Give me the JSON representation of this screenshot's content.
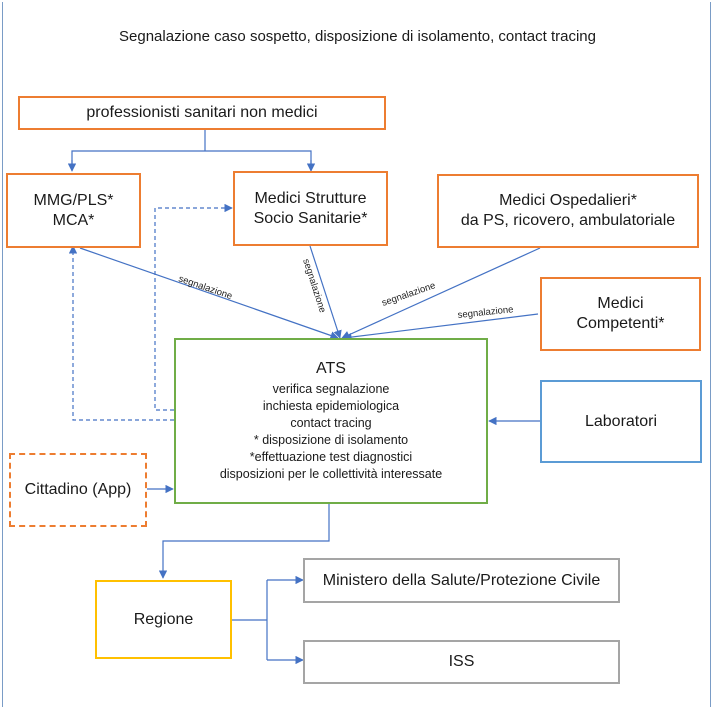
{
  "title": "Segnalazione caso sospetto, disposizione di isolamento, contact tracing",
  "nodes": {
    "professionisti": "professionisti sanitari non medici",
    "mmg_line1": "MMG/PLS*",
    "mmg_line2": "MCA*",
    "strutture_line1": "Medici Strutture",
    "strutture_line2": "Socio Sanitarie*",
    "ospedalieri_line1": "Medici Ospedalieri*",
    "ospedalieri_line2": "da PS, ricovero, ambulatoriale",
    "competenti_line1": "Medici",
    "competenti_line2": "Competenti*",
    "ats_title": "ATS",
    "ats_lines": [
      "verifica segnalazione",
      "inchiesta epidemiologica",
      "contact tracing",
      "* disposizione di isolamento",
      "*effettuazione test diagnostici",
      "disposizioni per le collettività interessate"
    ],
    "laboratori": "Laboratori",
    "cittadino": "Cittadino (App)",
    "regione": "Regione",
    "ministero": "Ministero della Salute/Protezione Civile",
    "iss": "ISS"
  },
  "edge_labels": {
    "mmg_to_ats": "segnalazione",
    "strutture_to_ats": "segnalazione",
    "ospedalieri_to_ats": "segnalazione",
    "competenti_to_ats": "segnalazione"
  },
  "colors": {
    "connector": "#4472c4",
    "orange": "#ed7d31",
    "green": "#70ad47",
    "blue": "#5b9bd5",
    "yellow": "#ffc000",
    "grey": "#a5a5a5"
  }
}
